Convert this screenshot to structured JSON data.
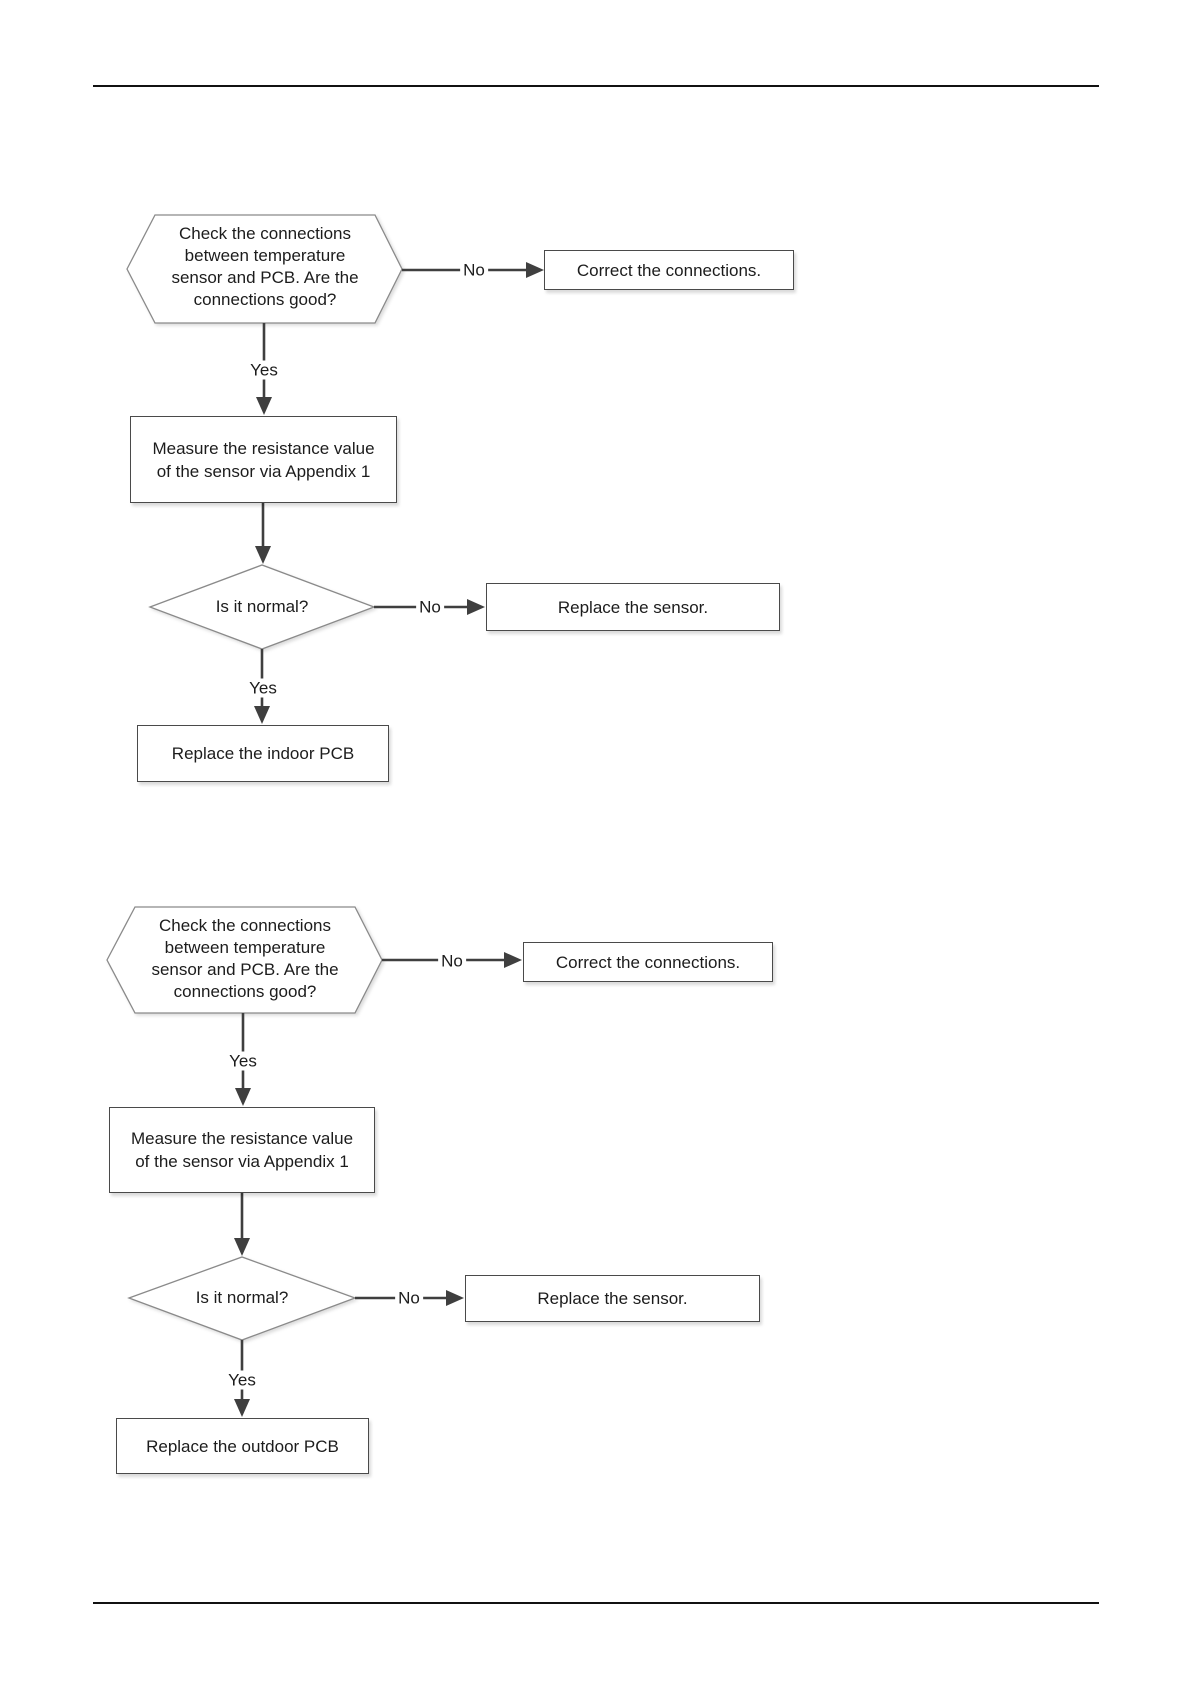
{
  "indoor": {
    "decision_connections": "Check the connections\nbetween temperature\nsensor and PCB. Are the\nconnections good?",
    "no_connections": "No",
    "correct_connections": "Correct the connections.",
    "yes_connections": "Yes",
    "measure_resistance": "Measure the resistance value\nof the sensor via Appendix 1",
    "decision_normal": "Is it normal?",
    "no_normal": "No",
    "replace_sensor": "Replace the sensor.",
    "yes_normal": "Yes",
    "replace_pcb": "Replace the indoor PCB"
  },
  "outdoor": {
    "decision_connections": "Check the connections\nbetween temperature\nsensor and PCB. Are the\nconnections good?",
    "no_connections": "No",
    "correct_connections": "Correct the connections.",
    "yes_connections": "Yes",
    "measure_resistance": "Measure the resistance value\nof the sensor via Appendix 1",
    "decision_normal": "Is it normal?",
    "no_normal": "No",
    "replace_sensor": "Replace the sensor.",
    "yes_normal": "Yes",
    "replace_pcb": "Replace the outdoor PCB"
  },
  "colors": {
    "line": "#3f3f3f",
    "shape_border": "#8a8a8a",
    "box_border": "#4a4a4a",
    "text": "#1c1c1c"
  }
}
